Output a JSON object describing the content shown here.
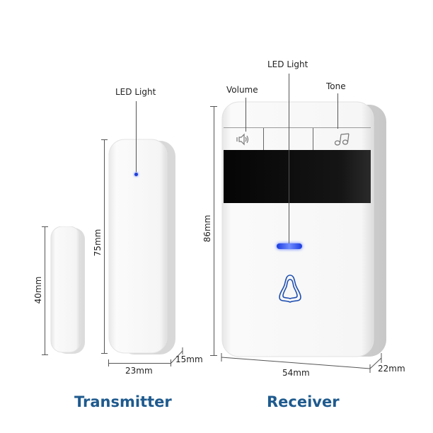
{
  "transmitter": {
    "title": "Transmitter",
    "led_label": "LED Light",
    "magnet_height": "40mm",
    "sensor_height": "75mm",
    "width": "23mm",
    "depth": "15mm"
  },
  "receiver": {
    "title": "Receiver",
    "led_label": "LED Light",
    "volume_label": "Volume",
    "tone_label": "Tone",
    "height": "86mm",
    "width": "54mm",
    "depth": "22mm"
  },
  "colors": {
    "title_blue": "#1e5a8e",
    "led_blue": "#1f3fd8",
    "device_white": "#f7f7f7",
    "panel_black": "#0a0a0a"
  }
}
